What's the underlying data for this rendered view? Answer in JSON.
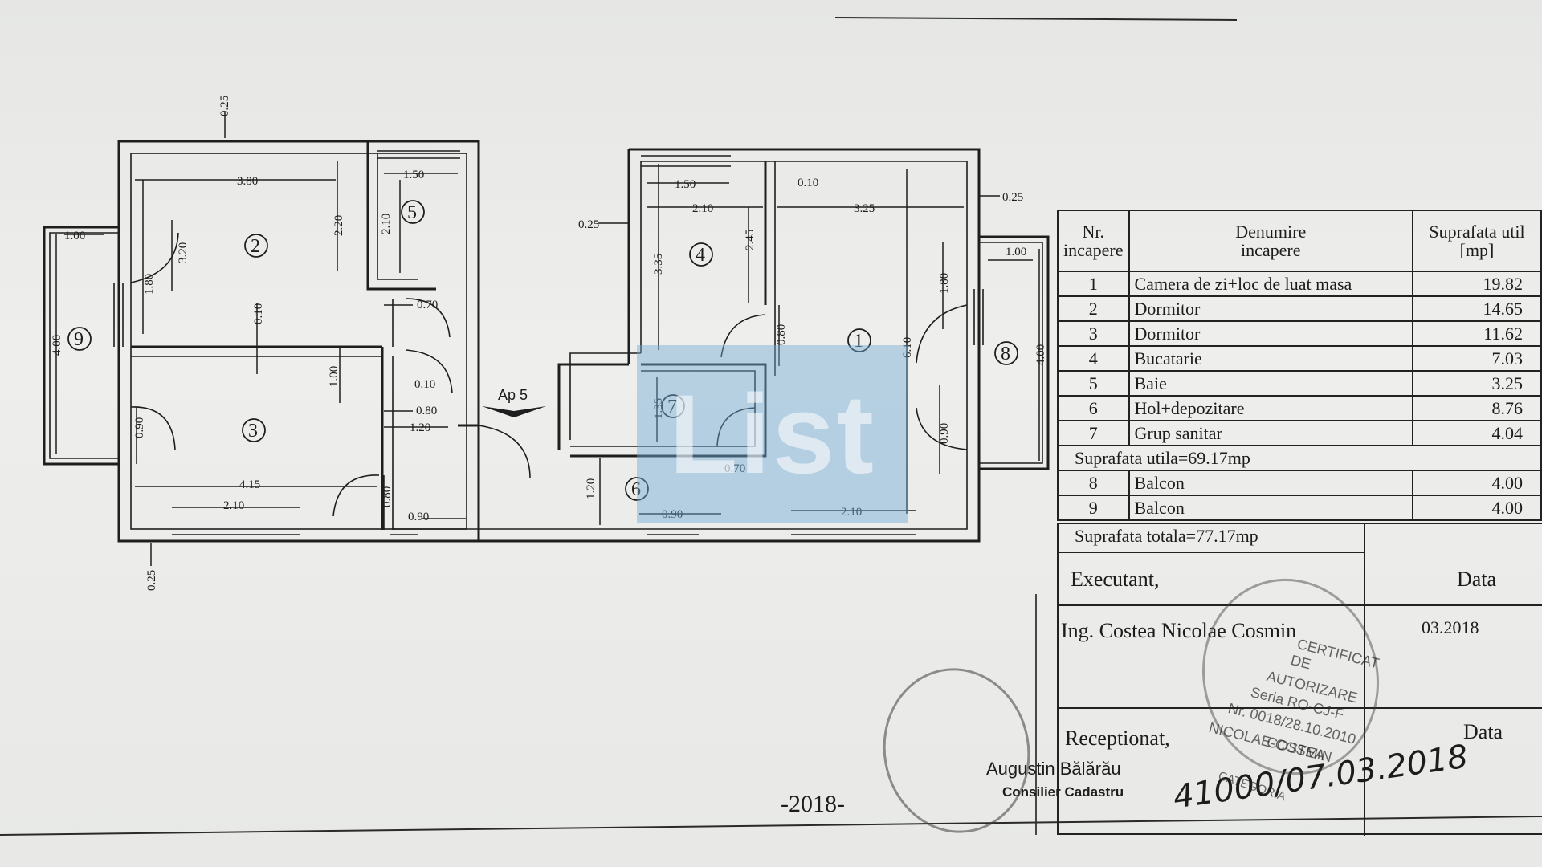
{
  "plan": {
    "label_apartment": "Ap 5",
    "rooms": [
      "1",
      "2",
      "3",
      "4",
      "5",
      "6",
      "7",
      "8",
      "9"
    ],
    "dimensions": {
      "d_025_top": "0.25",
      "d_380": "3.80",
      "d_150_left": "1.50",
      "d_220": "2.20",
      "d_210_v5": "2.10",
      "d_100_bal9": "1.00",
      "d_320": "3.20",
      "d_180_left": "1.80",
      "d_010_left": "0.10",
      "d_400_left": "4.00",
      "d_070_5": "0.70",
      "d_100_mid": "1.00",
      "d_010_mid": "0.10",
      "d_080_mid": "0.80",
      "d_120_mid": "1.20",
      "d_090_left": "0.90",
      "d_415": "4.15",
      "d_210_bottom_left": "2.10",
      "d_080_door": "0.80",
      "d_090_bottom": "0.90",
      "d_025_bottom": "0.25",
      "d_150_right": "1.50",
      "d_010_right": "0.10",
      "d_210_4": "2.10",
      "d_325": "3.25",
      "d_025_left_mid": "0.25",
      "d_025_right": "0.25",
      "d_335": "3.35",
      "d_245": "2.45",
      "d_080_4": "0.80",
      "d_100_bal8": "1.00",
      "d_180_right": "1.80",
      "d_610": "6.10",
      "d_400_right": "4.00",
      "d_135": "1.35",
      "d_070_7": "0.70",
      "d_120_6": "1.20",
      "d_090_6": "0.90",
      "d_210_bottom_right": "2.10",
      "d_090_right": "0.90"
    }
  },
  "table": {
    "headers": [
      "Nr.\nincapere",
      "Denumire\nincapere",
      "Suprafata util\n[mp]"
    ],
    "rows": [
      {
        "nr": "1",
        "name": "Camera de zi+loc de luat masa",
        "area": "19.82"
      },
      {
        "nr": "2",
        "name": "Dormitor",
        "area": "14.65"
      },
      {
        "nr": "3",
        "name": "Dormitor",
        "area": "11.62"
      },
      {
        "nr": "4",
        "name": "Bucatarie",
        "area": "7.03"
      },
      {
        "nr": "5",
        "name": "Baie",
        "area": "3.25"
      },
      {
        "nr": "6",
        "name": "Hol+depozitare",
        "area": "8.76"
      },
      {
        "nr": "7",
        "name": "Grup sanitar",
        "area": "4.04"
      }
    ],
    "useful_total": "Suprafata utila=69.17mp",
    "balcony_rows": [
      {
        "nr": "8",
        "name": "Balcon",
        "area": "4.00"
      },
      {
        "nr": "9",
        "name": "Balcon",
        "area": "4.00"
      }
    ],
    "grand_total": "Suprafata totala=77.17mp"
  },
  "signatures": {
    "executant_label": "Executant,",
    "executant_name": "Ing. Costea Nicolae Cosmin",
    "date_label_1": "Data",
    "date_value_1": "03.2018",
    "receptionat_label": "Receptionat,",
    "date_label_2": "Data",
    "received_by": "Augustin Bălărău",
    "received_title": "Consilier Cadastru",
    "handwritten_number": "41000/07.03.2018"
  },
  "year_label": "-2018-",
  "watermark_text": "List",
  "stamp_text": {
    "certificate": [
      "CERTIFICAT",
      "DE",
      "AUTORIZARE",
      "Seria RO-CJ-F",
      "Nr. 0018/28.10.2010",
      "NICOLAE-COSMIN",
      "COSTEA"
    ],
    "category": "CATEGORIA"
  }
}
